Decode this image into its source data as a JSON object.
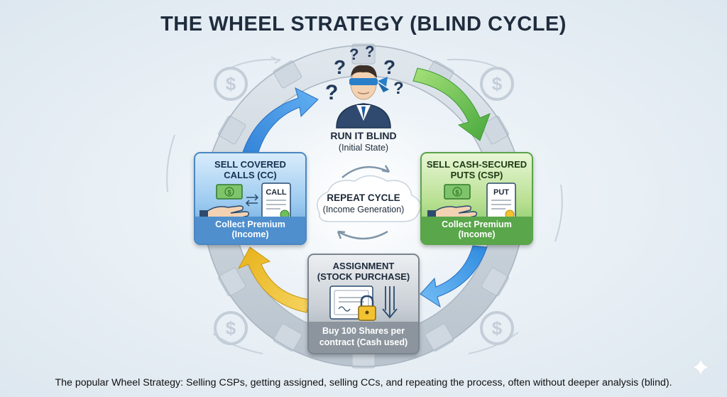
{
  "title": "THE WHEEL STRATEGY (BLIND CYCLE)",
  "caption": "The popular Wheel Strategy: Selling CSPs, getting assigned, selling CCs, and repeating the process, often without deeper analysis (blind).",
  "nodes": {
    "start": {
      "label": "RUN IT BLIND",
      "sublabel": "(Initial State)"
    },
    "csp": {
      "label_line1": "SELL CASH-SECURED",
      "label_line2": "PUTS (CSP)",
      "document_text": "PUT",
      "footer_line1": "Collect Premium",
      "footer_line2": "(Income)"
    },
    "assignment": {
      "label_line1": "ASSIGNMENT",
      "label_line2": "(STOCK PURCHASE)",
      "footer_line1": "Buy 100 Shares per",
      "footer_line2": "contract (Cash used)"
    },
    "cc": {
      "label_line1": "SELL COVERED",
      "label_line2": "CALLS (CC)",
      "document_text": "CALL",
      "footer_line1": "Collect Premium",
      "footer_line2": "(Income)"
    },
    "center": {
      "label": "REPEAT CYCLE",
      "sublabel": "(Income Generation)"
    }
  },
  "icons": {
    "question_mark": "?",
    "dollar": "$"
  },
  "colors": {
    "cc_blue": "#5c9fd8",
    "csp_green": "#6fbf5a",
    "assignment_gray": "#9aa3ac",
    "arrow_yellow": "#f2c230",
    "arrow_blue": "#3f8fe0",
    "arrow_green": "#6cc84a"
  }
}
